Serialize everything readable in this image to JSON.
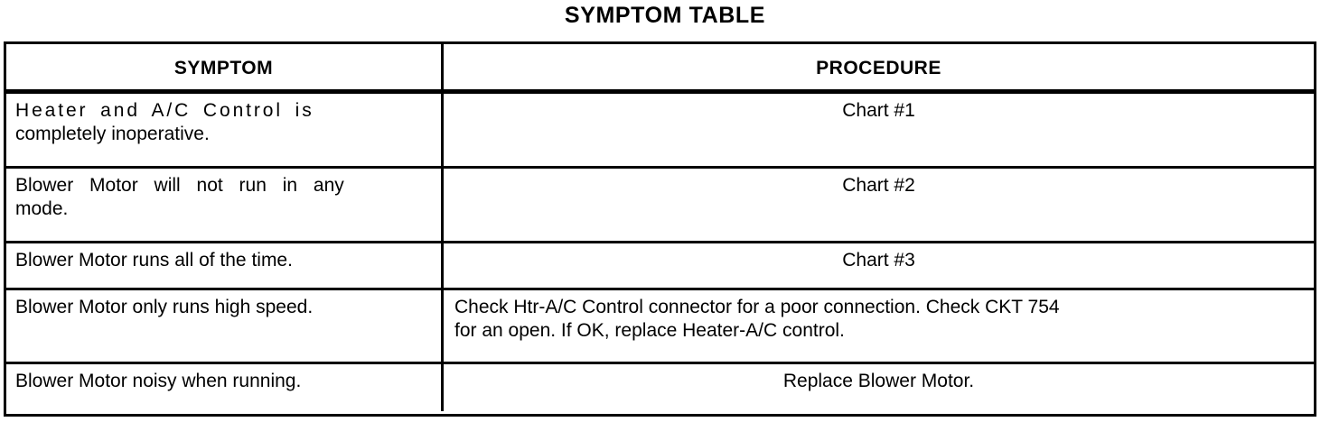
{
  "page": {
    "title": "SYMPTOM TABLE"
  },
  "table": {
    "columns": [
      "SYMPTOM",
      "PROCEDURE"
    ],
    "rows": [
      {
        "symptom": "Heater and A/C Control is completely inoperative.",
        "symptom_line1": "Heater and A/C Control is",
        "symptom_line2": "completely inoperative.",
        "procedure": "Chart #1",
        "procedure_line1": "Chart #1",
        "procedure_line2": ""
      },
      {
        "symptom": "Blower Motor will not run in any mode.",
        "symptom_line1": "Blower Motor will not run in any",
        "symptom_line2": "mode.",
        "procedure": "Chart #2",
        "procedure_line1": "Chart #2",
        "procedure_line2": ""
      },
      {
        "symptom": "Blower Motor runs all of the time.",
        "symptom_line1": "Blower Motor runs all of the time.",
        "symptom_line2": "",
        "procedure": "Chart #3",
        "procedure_line1": "Chart #3",
        "procedure_line2": ""
      },
      {
        "symptom": "Blower Motor only runs high speed.",
        "symptom_line1": "Blower Motor only runs high speed.",
        "symptom_line2": "",
        "procedure": "Check Htr-A/C Control connector for a poor connection. Check CKT 754 for an open. If OK, replace Heater-A/C control.",
        "procedure_line1": "Check Htr-A/C Control connector for a poor connection. Check CKT 754",
        "procedure_line2": "for an open. If OK, replace Heater-A/C control."
      },
      {
        "symptom": "Blower Motor noisy when running.",
        "symptom_line1": "Blower Motor noisy when running.",
        "symptom_line2": "",
        "procedure": "Replace Blower Motor.",
        "procedure_line1": "Replace Blower Motor.",
        "procedure_line2": ""
      }
    ]
  },
  "colors": {
    "ink": "#000000",
    "paper": "#ffffff"
  }
}
